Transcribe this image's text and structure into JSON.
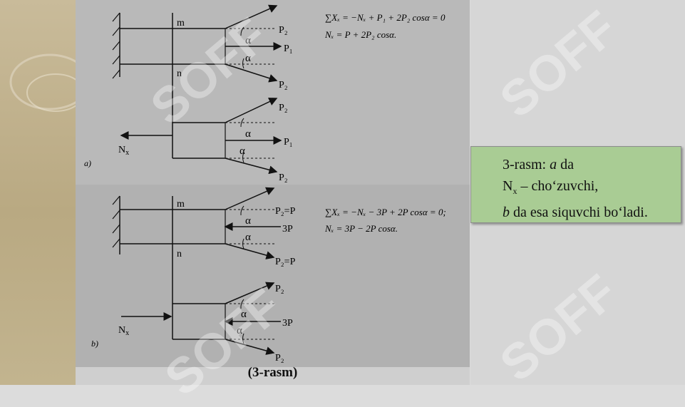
{
  "watermark_text": "SOFF",
  "diagram_a": {
    "label_m": "m",
    "label_n": "n",
    "panel_label": "a)",
    "force_nx_main": "N",
    "force_nx_sub": "x",
    "p2_top": "P₂",
    "p1_top": "P₁",
    "p2_bottom_top": "P₂",
    "p2_lower_top": "P₂",
    "p1_lower": "P₁",
    "p2_lower_bottom": "P₂",
    "alpha": "α",
    "eq1": "∑Xₓ = −Nₓ + P₁ + 2P₂ cosα = 0",
    "eq2": "Nₓ = P + 2P₂ cosα."
  },
  "diagram_b": {
    "label_m": "m",
    "label_n": "n",
    "panel_label": "b)",
    "force_nx_main": "N",
    "force_nx_sub": "x",
    "p2p_top": "P₂=P",
    "three_p_top": "3P",
    "p2p_bottom": "P₂=P",
    "p2_lower_top": "P₂",
    "three_p_lower": "3P",
    "p2_lower_bottom": "P₂",
    "alpha": "α",
    "eq1": "∑Xₓ = −Nₓ − 3P + 2P cosα = 0;",
    "eq2": "Nₓ = 3P − 2P cosα."
  },
  "caption": "(3-rasm)",
  "note": {
    "line1_prefix": "3-rasm: ",
    "line1_italic": "a",
    "line1_suffix": " da",
    "line2_main": "N",
    "line2_sub": "x",
    "line2_rest": " – cho‘zuvchi,",
    "line3_italic": "b",
    "line3_rest": " da esa siquvchi bo‘ladi."
  }
}
